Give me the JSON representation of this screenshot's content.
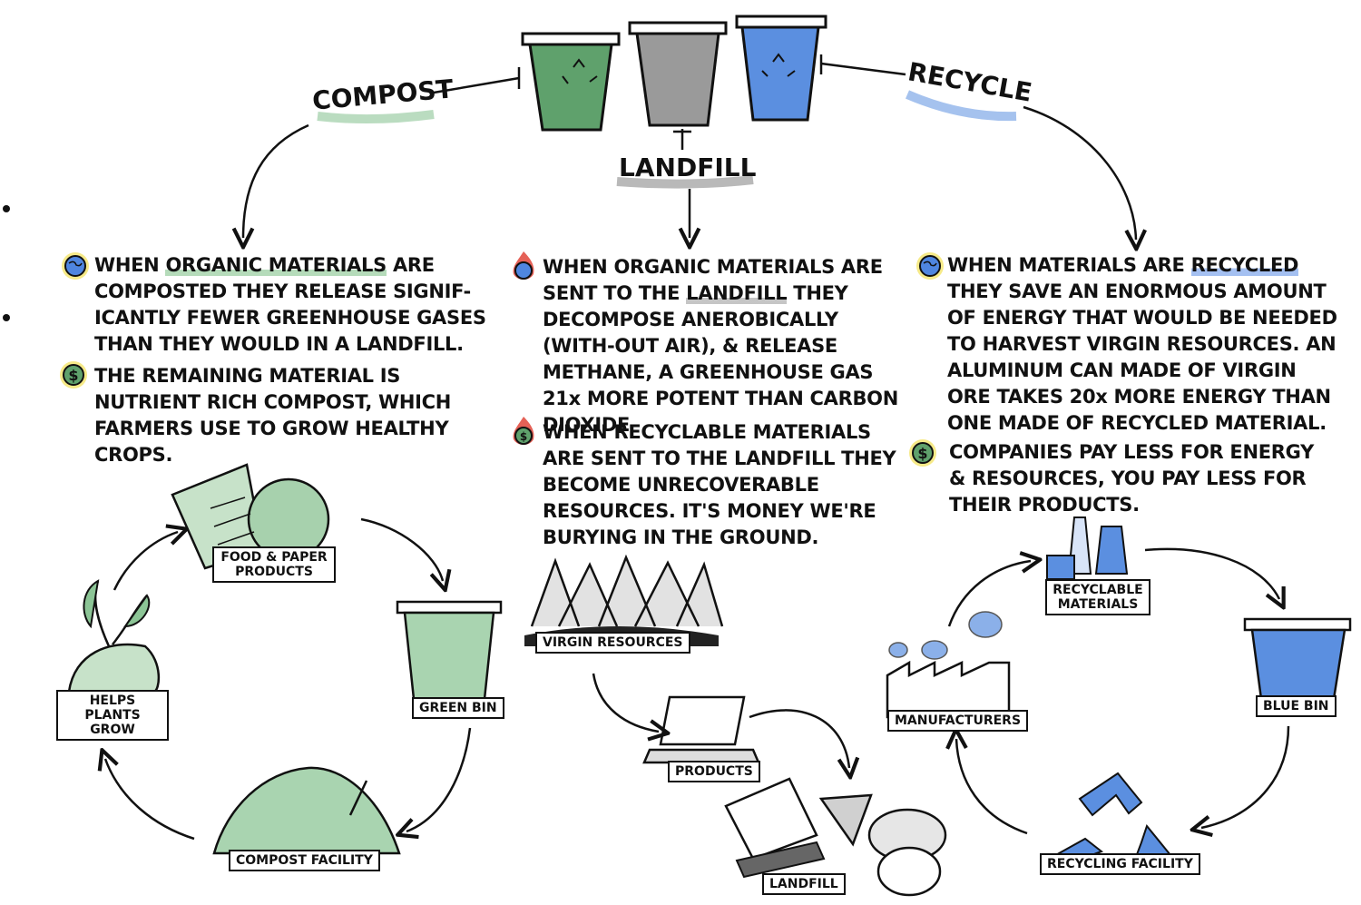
{
  "streams": {
    "compost": {
      "title": "COMPOST",
      "color": "#6fb27a"
    },
    "landfill": {
      "title": "LANDFILL",
      "color": "#8a8a8a"
    },
    "recycle": {
      "title": "RECYCLE",
      "color": "#4f86e0"
    }
  },
  "compost_text": {
    "p1_a": "WHEN ",
    "p1_hl": "ORGANIC MATERIALS",
    "p1_b": " ARE COMPOSTED THEY RELEASE SIGNIF-ICANTLY FEWER GREENHOUSE GASES THAN THEY WOULD IN A LANDFILL.",
    "p2": "THE REMAINING MATERIAL IS NUTRIENT RICH COMPOST, WHICH FARMERS USE TO GROW HEALTHY CROPS."
  },
  "landfill_text": {
    "p1_a": "WHEN ORGANIC MATERIALS ARE SENT TO THE ",
    "p1_hl": "LANDFILL",
    "p1_b": " THEY DECOMPOSE ANEROBICALLY (WITH-OUT AIR), & RELEASE METHANE, A GREENHOUSE GAS 21x MORE POTENT THAN CARBON DIOXIDE",
    "p2": "WHEN RECYCLABLE MATERIALS ARE SENT TO THE LANDFILL THEY BECOME UNRECOVERABLE RESOURCES. IT'S MONEY WE'RE BURYING IN THE GROUND."
  },
  "recycle_text": {
    "p1_a": "WHEN MATERIALS ARE ",
    "p1_hl": "RECYCLED",
    "p1_b": " THEY SAVE AN ENORMOUS AMOUNT OF ENERGY THAT WOULD BE NEEDED TO HARVEST VIRGIN RESOURCES. AN ALUMINUM CAN MADE OF VIRGIN ORE TAKES 20x MORE ENERGY THAN ONE MADE OF RECYCLED MATERIAL.",
    "p2": "COMPANIES PAY LESS FOR ENERGY & RESOURCES, YOU PAY LESS FOR THEIR PRODUCTS."
  },
  "compost_cycle": {
    "food": "FOOD & PAPER PRODUCTS",
    "green_bin": "GREEN BIN",
    "facility": "COMPOST FACILITY",
    "plants": "HELPS PLANTS GROW"
  },
  "landfill_cycle": {
    "virgin": "VIRGIN RESOURCES",
    "products": "PRODUCTS",
    "landfill": "LANDFILL"
  },
  "recycle_cycle": {
    "materials": "RECYCLABLE MATERIALS",
    "blue_bin": "BLUE BIN",
    "facility": "RECYCLING FACILITY",
    "manufacturers": "MANUFACTURERS"
  },
  "icons": {
    "globe": "globe-icon",
    "dollar": "dollar-icon",
    "fire": "fire-icon",
    "recycle": "recycle-symbol-icon"
  },
  "colors": {
    "green_bin": "#5fa16c",
    "gray_bin": "#9a9a9a",
    "blue_bin": "#5b8fe0",
    "globe_glow": "#f4e56a",
    "fire": "#e0453a"
  }
}
